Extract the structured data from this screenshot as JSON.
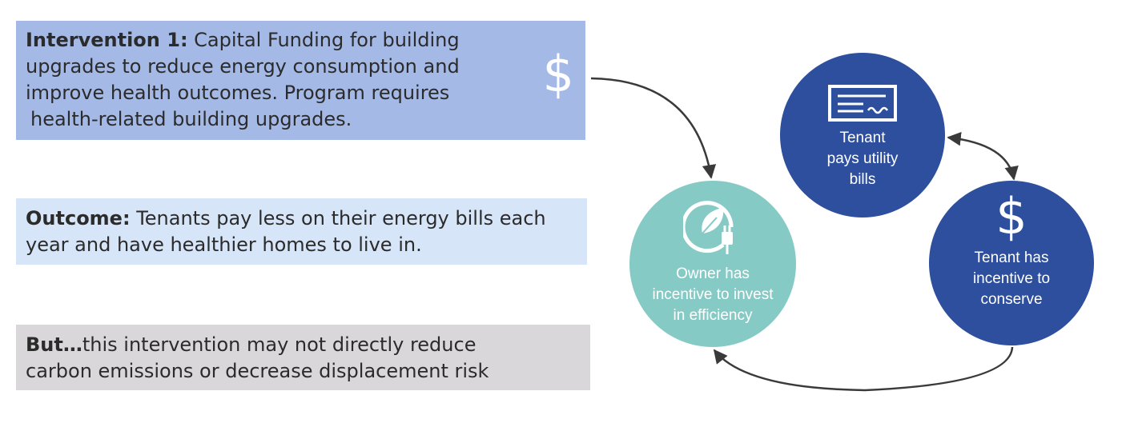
{
  "intervention": {
    "heading": "Intervention 1:",
    "body_line1": " Capital Funding for building",
    "body_line2": "upgrades to reduce energy consumption and",
    "body_line3": "improve health outcomes. Program requires",
    "body_line4": "health-related building upgrades.",
    "icon_glyph": "$",
    "background": "#a4b9e6"
  },
  "outcome": {
    "heading": "Outcome:",
    "body_line1": " Tenants pay less on their energy bills each",
    "body_line2": "year and have healthier homes to live in.",
    "background": "#d6e5f8"
  },
  "caveat": {
    "heading": "But…",
    "body_line1": "this intervention may not directly reduce",
    "body_line2": "carbon emissions or decrease displacement risk",
    "background": "#d9d7da"
  },
  "cycle": {
    "tenant_pays": {
      "line1": "Tenant",
      "line2": "pays utility",
      "line3": "bills",
      "icon": "bill-icon",
      "color": "#2d4f9e"
    },
    "owner": {
      "line1": "Owner has",
      "line2": "incentive to invest",
      "line3": "in efficiency",
      "icon": "leaf-plug-icon",
      "color": "#86cac6"
    },
    "tenant_conserve": {
      "line1": "Tenant has",
      "line2": "incentive to",
      "line3": "conserve",
      "icon_glyph": "$",
      "color": "#2d4f9e"
    },
    "arrow_color": "#3a3a3a"
  }
}
